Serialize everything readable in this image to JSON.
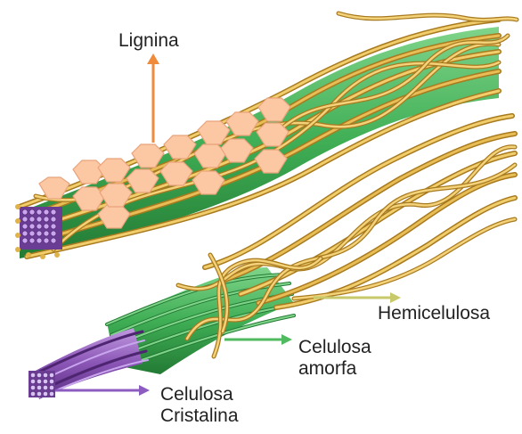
{
  "labels": {
    "lignina": "Lignina",
    "hemicelulosa": "Hemicelulosa",
    "celulosa_amorfa_line1": "Celulosa",
    "celulosa_amorfa_line2": "amorfa",
    "celulosa_cristalina_line1": "Celulosa",
    "celulosa_cristalina_line2": "Cristalina"
  },
  "colors": {
    "lignin_hexagon": "#fcc7a3",
    "lignin_hexagon_edge": "#e8a47c",
    "hemicellulose_fiber": "#e0b24a",
    "hemicellulose_fiber_dark": "#a87a1f",
    "amorphous_cellulose": "#3fae55",
    "crystalline_cellulose": "#8a55b5",
    "arrow_lignina": "#f08b3c",
    "arrow_hemicelulosa": "#c7c96a",
    "arrow_amorfa": "#4fba5f",
    "arrow_cristalina": "#8c5cc0"
  }
}
